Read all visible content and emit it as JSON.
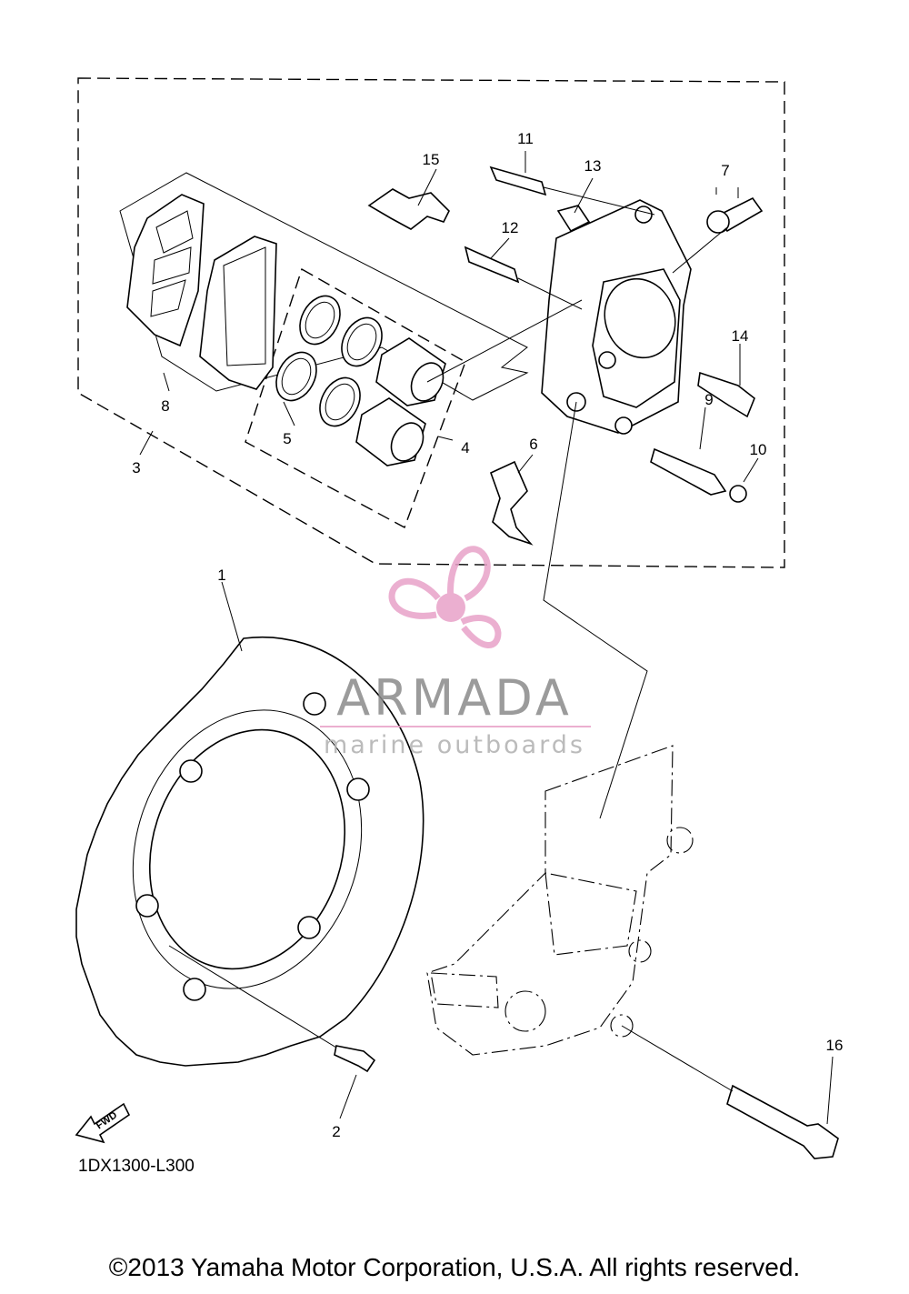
{
  "diagram": {
    "callouts": {
      "c1": "1",
      "c2": "2",
      "c3": "3",
      "c4": "4",
      "c5": "5",
      "c6": "6",
      "c7": "7",
      "c8": "8",
      "c9": "9",
      "c10": "10",
      "c11": "11",
      "c12": "12",
      "c13": "13",
      "c14": "14",
      "c15": "15",
      "c16": "16"
    },
    "fwd_label": "FWD",
    "diagram_code": "1DX1300-L300"
  },
  "watermark": {
    "brand": "ARMADA",
    "subtitle": "marine outboards",
    "logo": "propeller-logo",
    "accent_color": "#e8a2c8"
  },
  "footer": {
    "copyright": "©2013 Yamaha Motor Corporation, U.S.A. All rights reserved."
  }
}
